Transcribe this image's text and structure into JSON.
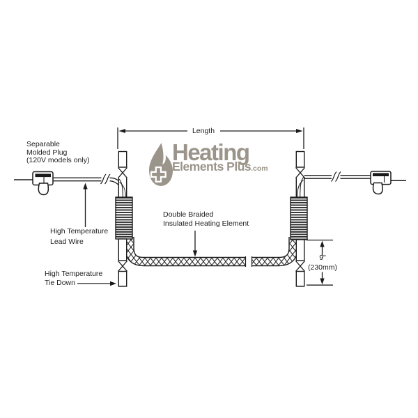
{
  "diagram": {
    "title": "heating-element-product-diagram",
    "labels": {
      "plug": "Separable\nMolded Plug\n(120V models only)",
      "lead_wire": "High Temperature\nLead Wire",
      "tie_down": "High Temperature\nTie Down",
      "element": "Double Braided\nInsulated Heating Element",
      "length": "Length",
      "tail_inches": "9\"",
      "tail_mm": "(230mm)"
    },
    "logo": {
      "word1": "Heating",
      "word2": "Elements Plus",
      "suffix": ".com",
      "color": "#9b948a"
    },
    "colors": {
      "line": "#1a1a1a",
      "background": "#ffffff"
    }
  }
}
